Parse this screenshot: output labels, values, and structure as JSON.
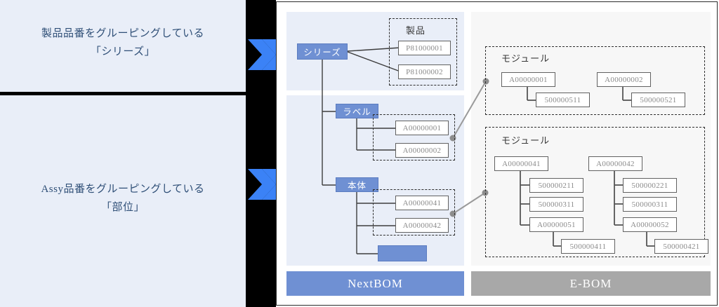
{
  "left_panel": {
    "note_top": "製品品番をグルーピングしている\n「シリーズ」",
    "note_top_line1": "製品品番をグルーピングしている",
    "note_top_line2": "「シリーズ」",
    "note_bottom_line1": "Assy品番をグルーピングしている",
    "note_bottom_line2": "「部位」"
  },
  "arrows": {
    "top_icon": "double-chevron-right-icon",
    "bottom_icon": "double-chevron-right-icon"
  },
  "footer": {
    "nextbom_label": "NextBOM",
    "ebom_label": "E-BOM"
  },
  "nextbom": {
    "series_node": "シリーズ",
    "label_node": "ラベル",
    "body_node": "本体",
    "blank_node": "",
    "group_product": {
      "title": "製品",
      "items": [
        "P81000001",
        "P81000002"
      ]
    },
    "group_label": {
      "items": [
        "A00000001",
        "A00000002"
      ]
    },
    "group_body": {
      "items": [
        "A00000041",
        "A00000042"
      ]
    }
  },
  "ebom": {
    "module_top": {
      "title": "モジュール",
      "left_parent": "A00000001",
      "left_child": "500000511",
      "right_parent": "A00000002",
      "right_child": "500000521"
    },
    "module_bottom": {
      "title": "モジュール",
      "left_parent": "A00000041",
      "left_children": [
        "500000211",
        "500000311"
      ],
      "left_sub_parent": "A00000051",
      "left_sub_child": "500000411",
      "right_parent": "A00000042",
      "right_children": [
        "500000221",
        "500000311"
      ],
      "right_sub_parent": "A00000052",
      "right_sub_child": "500000421"
    }
  },
  "colors": {
    "accent_blue": "#6f90d3",
    "panel_blue": "#e9eef8",
    "panel_gray": "#f7f7f7",
    "footer_gray": "#a8a8a8",
    "text_navy": "#2f4f77",
    "connector_gray": "#9a9a9a"
  }
}
